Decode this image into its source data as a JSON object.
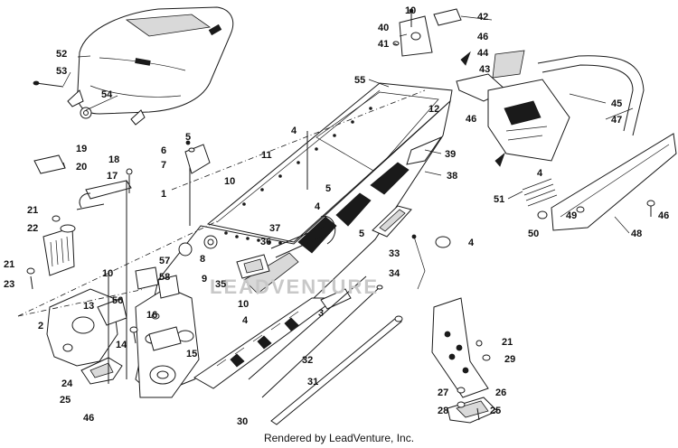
{
  "footer": {
    "credit": "Rendered by LeadVenture, Inc."
  },
  "watermark": "LEADVENTURE",
  "callouts": [
    "1",
    "2",
    "3",
    "4",
    "5",
    "6",
    "7",
    "8",
    "9",
    "10",
    "11",
    "12",
    "13",
    "14",
    "15",
    "16",
    "17",
    "18",
    "19",
    "20",
    "21",
    "22",
    "23",
    "24",
    "25",
    "26",
    "27",
    "28",
    "29",
    "30",
    "31",
    "32",
    "33",
    "34",
    "35",
    "36",
    "37",
    "38",
    "39",
    "40",
    "41",
    "42",
    "43",
    "44",
    "45",
    "46",
    "47",
    "48",
    "49",
    "50",
    "51",
    "52",
    "53",
    "54",
    "55",
    "56",
    "57",
    "58"
  ]
}
